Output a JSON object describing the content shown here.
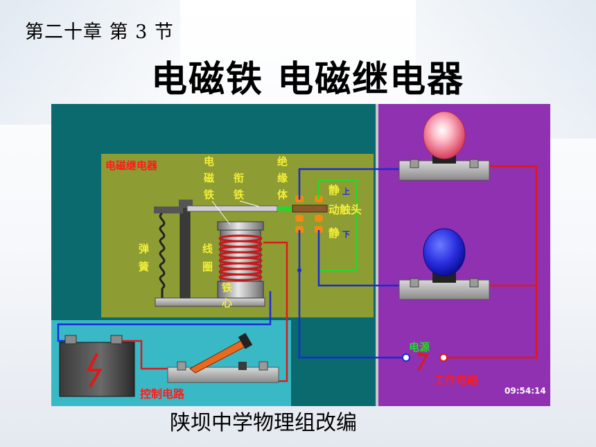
{
  "header": {
    "chapter": "第二十章  第 3 节",
    "title": "电磁铁  电磁继电器"
  },
  "diagram": {
    "relay_label": "电磁继电器",
    "electromagnet_label": [
      "电",
      "磁",
      "铁"
    ],
    "armature_label": [
      "衔",
      "铁"
    ],
    "insulator_label": [
      "绝",
      "缘",
      "体"
    ],
    "static_upper": "静",
    "upper_mark": "上",
    "moving_contact": "动触头",
    "static_lower": "静",
    "lower_mark": "下",
    "spring_label": [
      "弹",
      "簧"
    ],
    "coil_label": [
      "线",
      "圈"
    ],
    "core_label": [
      "铁",
      "心"
    ],
    "power_label": "电源",
    "work_circuit_label": "工作电路",
    "control_circuit_label": "控制电路",
    "timestamp": "09:54:14"
  },
  "colors": {
    "teal_bg": "#0a6a6e",
    "relay_panel": "#8e9c34",
    "control_panel": "#39b9c6",
    "work_panel": "#8f31b0",
    "wire_red": "#e01818",
    "wire_blue": "#1a2bd6",
    "wire_green": "#1fdc2a",
    "label_red": "#ff1a1a",
    "label_yellow": "#f3ef38"
  },
  "caption": "陕坝中学物理组改编"
}
